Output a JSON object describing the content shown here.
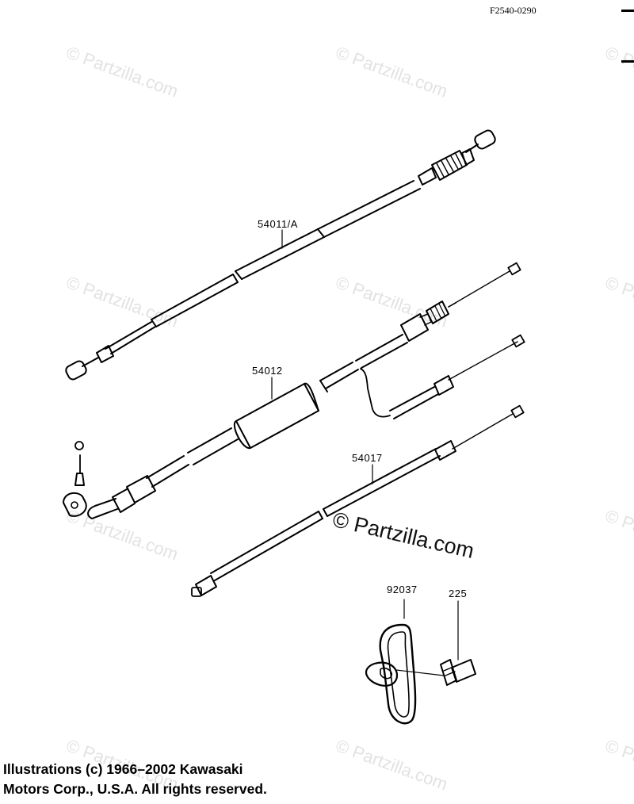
{
  "figure": {
    "code": "F2540-0290"
  },
  "watermark": {
    "faint_text": "© Partzilla.com",
    "bold_text": "© Partzilla.com"
  },
  "parts": [
    {
      "number": "54011/A",
      "name": "cable"
    },
    {
      "number": "54012",
      "name": "cable"
    },
    {
      "number": "54017",
      "name": "cable"
    },
    {
      "number": "92037",
      "name": "clamp"
    },
    {
      "number": "225",
      "name": "screw"
    }
  ],
  "footer": {
    "line1": "Illustrations (c) 1966–2002 Kawasaki",
    "line2": "Motors Corp., U.S.A.  All rights reserved."
  }
}
